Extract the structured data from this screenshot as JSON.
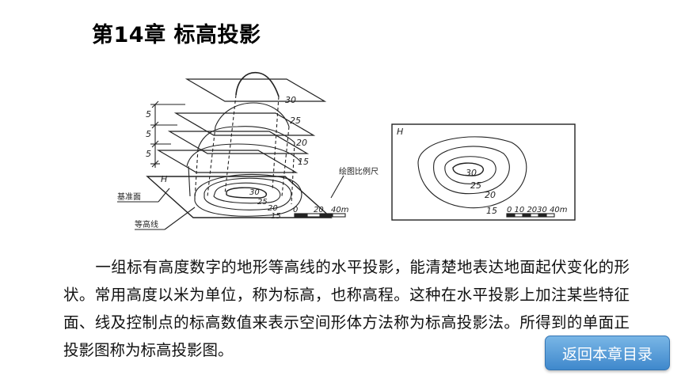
{
  "title": "第14章 标高投影",
  "figure_left": {
    "plane_label": "H",
    "datum_label": "基准面",
    "contour_label": "等高线",
    "scale_caption": "绘图比例尺",
    "interval": "5",
    "contours": [
      "30",
      "25",
      "20",
      "15"
    ],
    "scale_0": "0",
    "scale_20": "20",
    "scale_40": "40m"
  },
  "figure_right": {
    "plane_label": "H",
    "contours": [
      "30",
      "25",
      "20",
      "15"
    ],
    "scale_text": "0 10 2030 40m"
  },
  "paragraph": "一组标有高度数字的地形等高线的水平投影，能清楚地表达地面起伏变化的形状。常用高度以米为单位，称为标高，也称高程。这种在水平投影上加注某些特征面、线及控制点的标高数值来表示空间形体方法称为标高投影法。所得到的单面正投影图称为标高投影图。",
  "back_button": "返回本章目录"
}
